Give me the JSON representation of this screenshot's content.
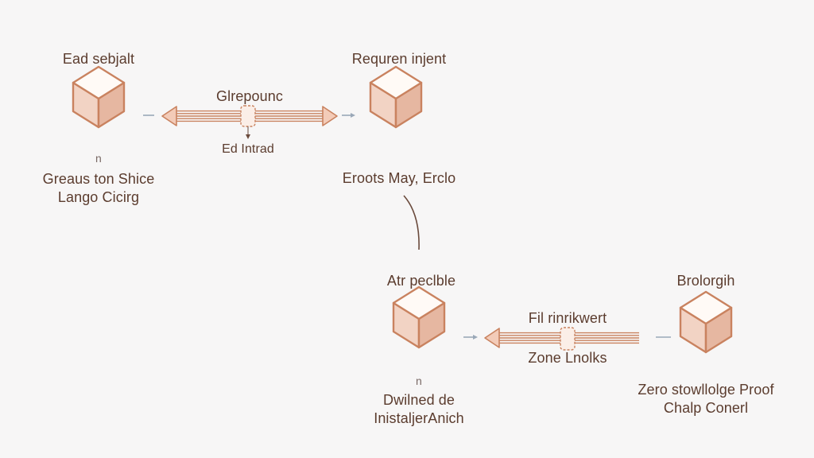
{
  "colors": {
    "background": "#f7f6f6",
    "cube_stroke": "#c9825f",
    "cube_top": "#fffaf6",
    "cube_left": "#f2d3c4",
    "cube_right": "#e6b7a1",
    "arrow_fill": "#f3cbb8",
    "arrow_stroke": "#c9825f",
    "connector": "#6a4a3c",
    "small_arrow": "#9aa8b8",
    "text": "#5b3c2e"
  },
  "nodes": {
    "top_left": {
      "title": "Ead sebjalt",
      "mark": "n",
      "caption_line1": "Greaus ton Shice",
      "caption_line2": "Lango Cicirg"
    },
    "top_right": {
      "title": "Requren injent",
      "caption": "Eroots May, Erclo"
    },
    "bottom_left": {
      "title": "Atr peclble",
      "mark": "n",
      "caption_line1": "Dwilned de",
      "caption_line2": "InistaljerAnich"
    },
    "bottom_right": {
      "title": "Brolorgih",
      "caption_line1": "Zero stowllolge Proof",
      "caption_line2": "Chalp Conerl"
    }
  },
  "links": {
    "top": {
      "label_above": "Glrepounc",
      "label_below": "Ed Intrad"
    },
    "bottom": {
      "label_above": "Fil rinrikwert",
      "label_below": "Zone Lnolks"
    }
  }
}
